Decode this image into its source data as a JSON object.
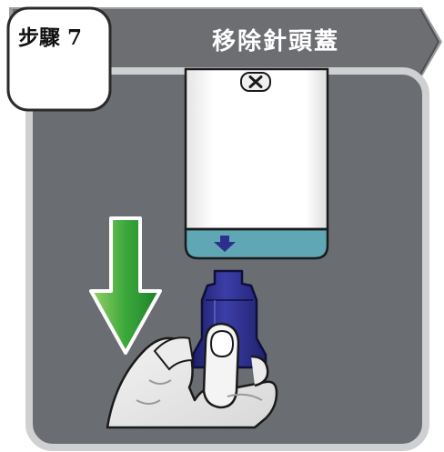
{
  "step": {
    "label": "步驟 7",
    "title": "移除針頭蓋"
  },
  "colors": {
    "banner": "#6c6e72",
    "panel": "#6a6d71",
    "panel_border": "#cfd0d2",
    "arrow_green": "#3aa83a",
    "window_teal": "#5fa7b4",
    "cap_blue": "#2e2f8c"
  },
  "icons": {
    "close": "close-icon",
    "down_arrow": "down-arrow-icon",
    "large_arrow": "large-green-down-arrow"
  }
}
